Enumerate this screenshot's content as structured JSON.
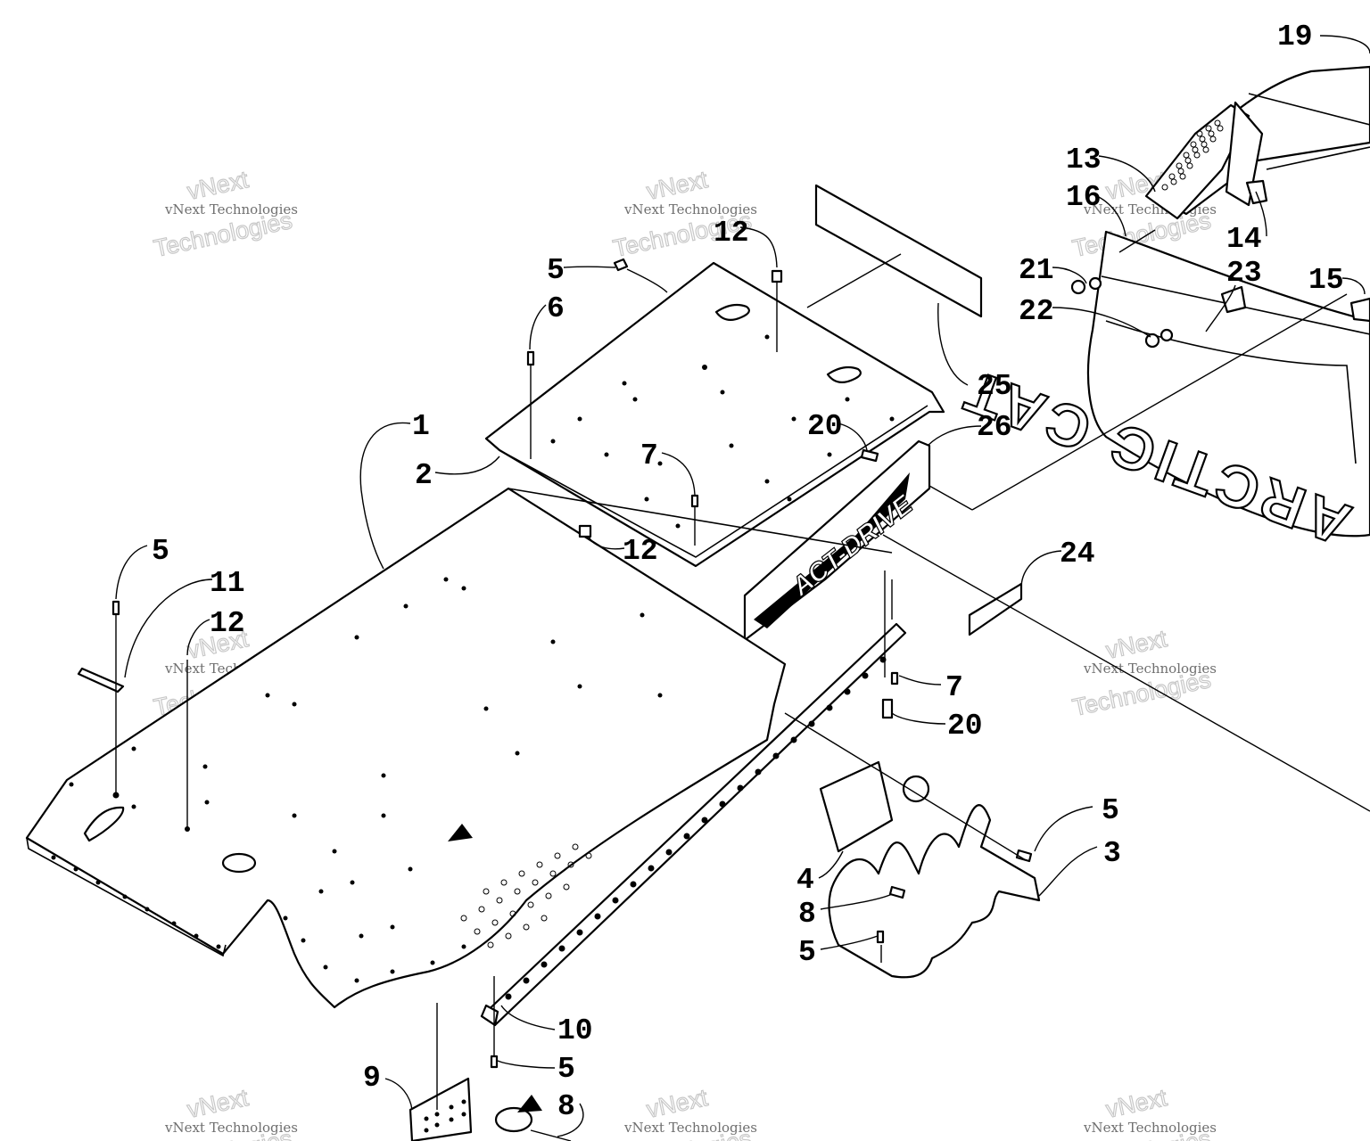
{
  "diagram": {
    "callouts": [
      {
        "id": "c19",
        "label": "19"
      },
      {
        "id": "c13",
        "label": "13"
      },
      {
        "id": "c16",
        "label": "16"
      },
      {
        "id": "c14",
        "label": "14"
      },
      {
        "id": "c21",
        "label": "21"
      },
      {
        "id": "c23",
        "label": "23"
      },
      {
        "id": "c15",
        "label": "15"
      },
      {
        "id": "c22",
        "label": "22"
      },
      {
        "id": "c12a",
        "label": "12"
      },
      {
        "id": "c5a",
        "label": "5"
      },
      {
        "id": "c6",
        "label": "6"
      },
      {
        "id": "c25",
        "label": "25"
      },
      {
        "id": "c1",
        "label": "1"
      },
      {
        "id": "c20a",
        "label": "20"
      },
      {
        "id": "c26",
        "label": "26"
      },
      {
        "id": "c2",
        "label": "2"
      },
      {
        "id": "c7a",
        "label": "7"
      },
      {
        "id": "c12b",
        "label": "12"
      },
      {
        "id": "c24",
        "label": "24"
      },
      {
        "id": "c5b",
        "label": "5"
      },
      {
        "id": "c11",
        "label": "11"
      },
      {
        "id": "c12c",
        "label": "12"
      },
      {
        "id": "c7b",
        "label": "7"
      },
      {
        "id": "c20b",
        "label": "20"
      },
      {
        "id": "c5c",
        "label": "5"
      },
      {
        "id": "c3",
        "label": "3"
      },
      {
        "id": "c4",
        "label": "4"
      },
      {
        "id": "c8a",
        "label": "8"
      },
      {
        "id": "c5d",
        "label": "5"
      },
      {
        "id": "c10",
        "label": "10"
      },
      {
        "id": "c5e",
        "label": "5"
      },
      {
        "id": "c9",
        "label": "9"
      },
      {
        "id": "c8b",
        "label": "8"
      }
    ],
    "flap_brand_text": "ARCTIC CAT",
    "decal_text": "ACT-DRIVE"
  },
  "watermark": {
    "line_small": "vNext Technologies",
    "line_big_1": "vNext",
    "line_big_2": "Technologies"
  }
}
